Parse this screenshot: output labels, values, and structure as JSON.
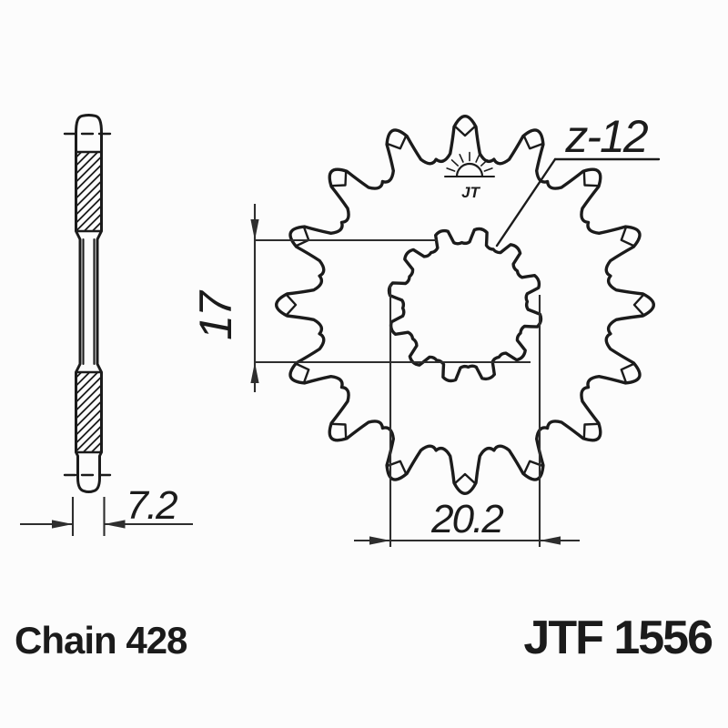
{
  "colors": {
    "background": "#fcfcfc",
    "line": "#1b1b1b",
    "dim_line": "#2e2e2e"
  },
  "front_view": {
    "teeth_count_label": "z-12",
    "inner_diameter_dim": "17",
    "spline_outer_diameter_dim": "20.2",
    "logo_icon": "rising-sun-icon",
    "logo_text": "JT"
  },
  "side_view": {
    "width_dim": "7.2"
  },
  "footer": {
    "chain_label": "Chain 428",
    "part_number": "JTF 1556"
  }
}
